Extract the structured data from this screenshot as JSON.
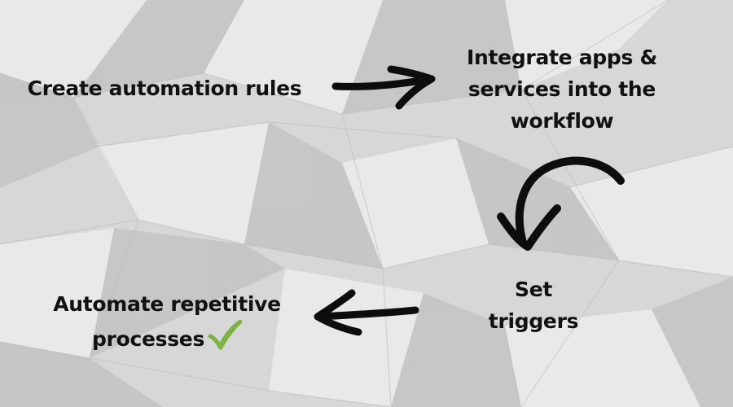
{
  "steps": [
    {
      "lines": [
        "Create automation rules"
      ]
    },
    {
      "lines": [
        "Integrate apps &",
        "services into the",
        "workflow"
      ]
    },
    {
      "lines": [
        "Set",
        "triggers"
      ]
    },
    {
      "lines": [
        "Automate repetitive",
        "processes"
      ]
    }
  ],
  "icons": {
    "arrows": "hand-drawn-arrow-icon",
    "check": "check-mark-icon"
  },
  "colors": {
    "background": "#d6d6d6",
    "text": "#111111",
    "arrow": "#0d0d0d",
    "check": "#7cb342"
  }
}
